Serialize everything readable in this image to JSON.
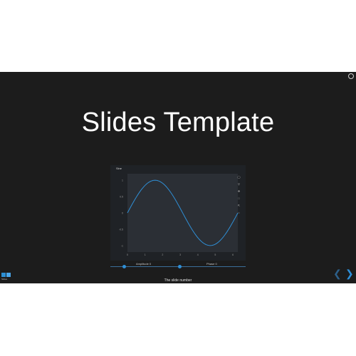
{
  "slide": {
    "title": "Slides Template",
    "slide_number_text": "The slide number"
  },
  "plot": {
    "panel_title": "Sine",
    "toolbar_icons": [
      "plotly-logo-icon",
      "zoom-icon",
      "pan-icon",
      "box-select-icon",
      "autoscale-icon",
      "reset-icon",
      "hover-icon"
    ]
  },
  "widgets": {
    "amplitude_label": "Amplitude 0",
    "phase_label": "Phase 0"
  },
  "bottom_left": {
    "label": "Slides"
  },
  "colors": {
    "background": "#1c1c1c",
    "plot_panel": "#1f2226",
    "plot_area": "#2b2f35",
    "line": "#2f8fd6",
    "accent": "#2c8fd4"
  },
  "chart_data": {
    "type": "line",
    "title": "Sine",
    "xlabel": "",
    "ylabel": "",
    "x": [
      0,
      0.79,
      1.57,
      2.36,
      3.14,
      3.93,
      4.71,
      5.5,
      6.28
    ],
    "y": [
      0,
      0.71,
      1,
      0.71,
      0,
      -0.71,
      -1,
      -0.71,
      0
    ],
    "xlim": [
      0,
      6.28
    ],
    "ylim": [
      -1.2,
      1.2
    ],
    "x_ticks": [
      "0",
      "1",
      "2",
      "3",
      "4",
      "5",
      "6"
    ],
    "y_ticks": [
      "1",
      "0.5",
      "0",
      "-0.5",
      "-1"
    ],
    "grid": false
  }
}
